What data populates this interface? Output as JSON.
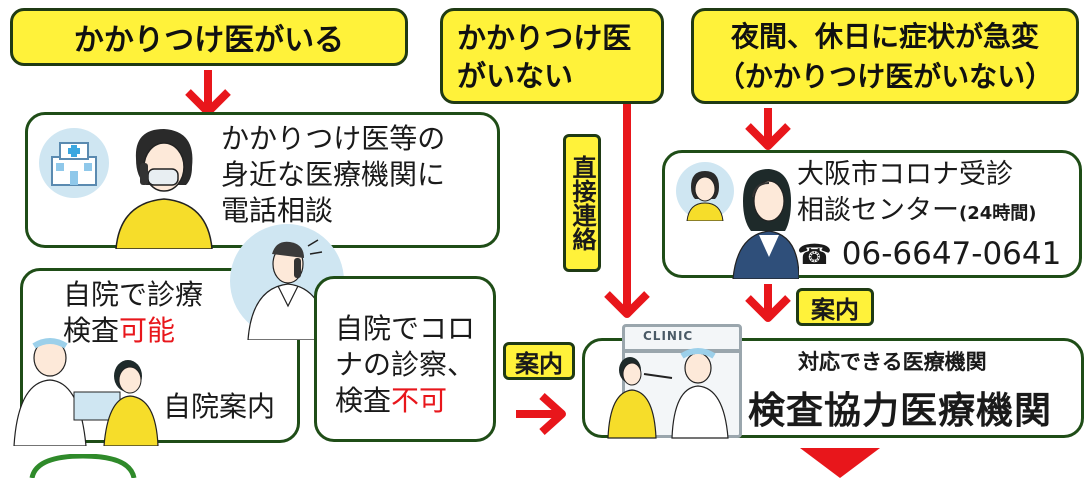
{
  "top": {
    "has_doctor": "かかりつけ医がいる",
    "no_doctor": "かかりつけ医がいない",
    "night_line1": "夜間、休日に症状が急変",
    "night_line2": "（かかりつけ医がいない）"
  },
  "clinic_consult": {
    "line1": "かかりつけ医等の",
    "line2": "身近な医療機関に",
    "line3": "電話相談"
  },
  "direct_contact": "直接連絡",
  "center": {
    "line1": "大阪市コロナ受診",
    "line2_main": "相談センター",
    "line2_small": "(24時間)",
    "phone_icon": "☎",
    "phone": "06-6647-0641"
  },
  "possible": {
    "line1": "自院で診療",
    "line2_prefix": "検査",
    "line2_red": "可能",
    "guide": "自院案内"
  },
  "impossible": {
    "line1": "自院でコロ",
    "line2": "ナの診察、",
    "line3_prefix": "検査",
    "line3_red": "不可"
  },
  "guide_tag_left": "案内",
  "guide_tag_right": "案内",
  "cooperating": {
    "clinic_sign": "CLINIC",
    "subtitle": "対応できる医療機関",
    "title": "検査協力医療機関"
  },
  "colors": {
    "yellow": "#fff23a",
    "green_border": "#1f4d17",
    "red": "#e8161b"
  }
}
